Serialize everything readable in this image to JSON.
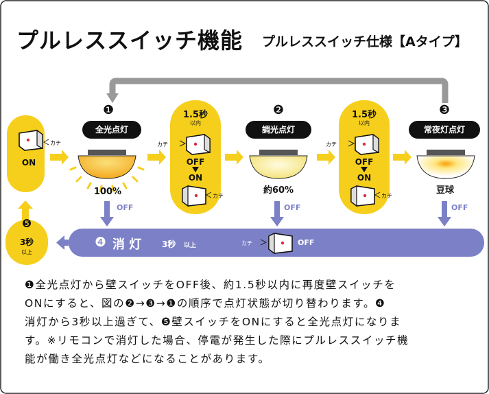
{
  "header": {
    "title": "プルレススイッチ機能",
    "subtitle": "プルレススイッチ仕様【Aタイプ】"
  },
  "on_state": {
    "label": "ON",
    "click": "カチ"
  },
  "step1": {
    "number": "❶",
    "name": "全光点灯",
    "level": "100%",
    "off": "OFF"
  },
  "window1": {
    "time": "1.5秒",
    "within": "以内",
    "click_top": "カチ",
    "off": "OFF",
    "on": "ON",
    "click_bottom": "カチ"
  },
  "step2": {
    "number": "❷",
    "name": "調光点灯",
    "level": "約60%",
    "off": "OFF"
  },
  "window2": {
    "time": "1.5秒",
    "within": "以内",
    "click_top": "カチ",
    "off": "OFF",
    "on": "ON",
    "click_bottom": "カチ"
  },
  "step3": {
    "number": "❸",
    "name": "常夜灯点灯",
    "level": "豆球",
    "off": "OFF"
  },
  "step4": {
    "number": "❹",
    "name": "消 灯",
    "duration": "3秒",
    "duration_suffix": "以上",
    "click": "カチ",
    "off": "OFF"
  },
  "step5": {
    "number": "❺",
    "duration": "3秒",
    "suffix": "以上"
  },
  "description": [
    "❶全光点灯から壁スイッチをOFF後、約1.5秒以内に再度壁スイッチを",
    "ONにすると、図の❷→❸→❶の順序で点灯状態が切り替わります。❹",
    "消灯から3秒以上過ぎて、❺壁スイッチをONにすると全光点灯になりま",
    "す。※リモコンで消灯した場合、停電が発生した際にプルレススイッチ機",
    "能が働き全光点灯などになることがあります。"
  ],
  "colors": {
    "yellow": "#f6cf1d",
    "lavender": "#7c80c6",
    "gray_arrow": "#999999",
    "black": "#111111",
    "lamp_warm": "#f2b532",
    "lamp_dim": "#f8e98c"
  }
}
